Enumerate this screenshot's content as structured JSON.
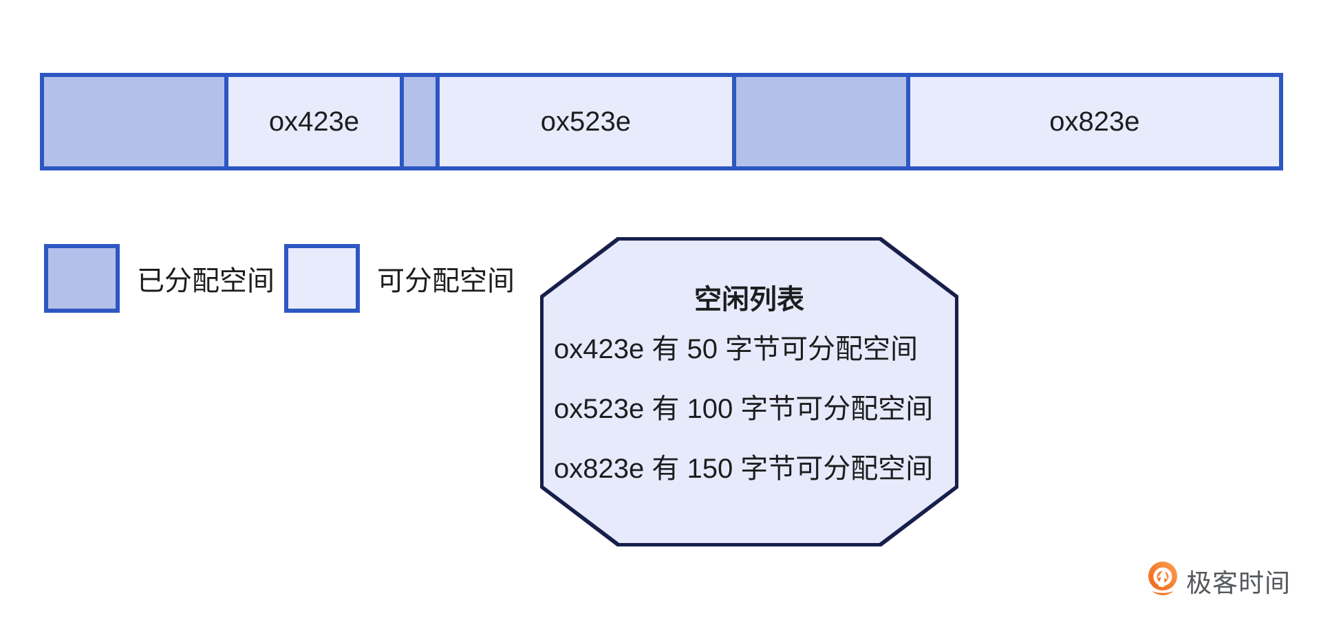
{
  "colors": {
    "border_blue": "#2d57c2",
    "allocated_fill": "#b3c0ea",
    "free_fill": "#e8ebfb",
    "octagon_border": "#171f4b",
    "octagon_fill": "#e7eafb",
    "text": "#1d1d1f",
    "logo_orange": "#f4731c",
    "logo_text_gray": "#55585c"
  },
  "memory_bar": {
    "segments": [
      {
        "type": "allocated",
        "label": "",
        "width_pct": 14.6
      },
      {
        "type": "free",
        "label": "ox423e",
        "width_pct": 14.2
      },
      {
        "type": "allocated",
        "label": "",
        "width_pct": 2.9
      },
      {
        "type": "free",
        "label": "ox523e",
        "width_pct": 24.0
      },
      {
        "type": "allocated",
        "label": "",
        "width_pct": 14.1
      },
      {
        "type": "free",
        "label": "ox823e",
        "width_pct": 30.2
      }
    ]
  },
  "legend": {
    "items": [
      {
        "type": "allocated",
        "label": "已分配空间"
      },
      {
        "type": "free",
        "label": "可分配空间"
      }
    ]
  },
  "free_list": {
    "title": "空闲列表",
    "entries": [
      "ox423e 有 50 字节可分配空间",
      "ox523e 有 100 字节可分配空间",
      "ox823e 有 150 字节可分配空间"
    ]
  },
  "logo": {
    "text": "极客时间"
  }
}
